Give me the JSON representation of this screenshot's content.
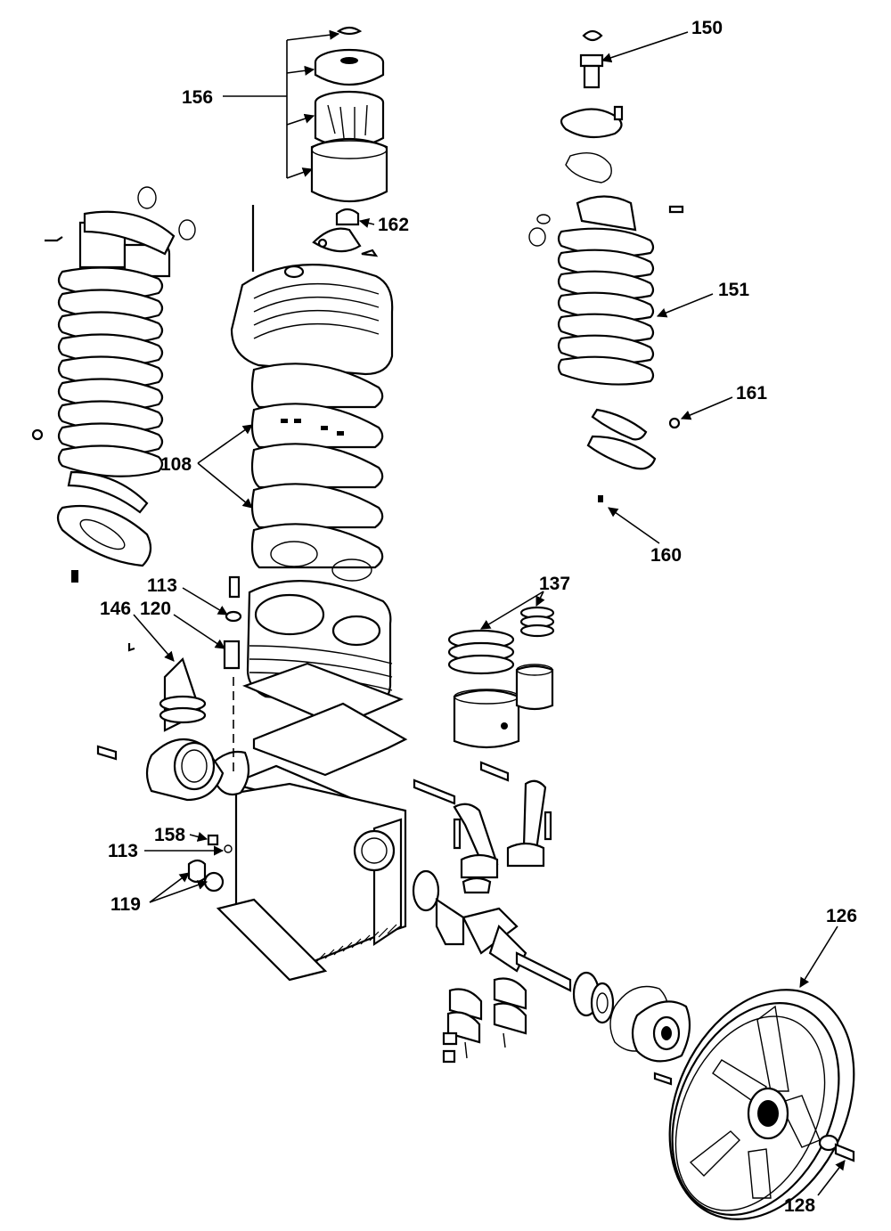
{
  "callouts": {
    "c150": "150",
    "c156": "156",
    "c162": "162",
    "c151": "151",
    "c161": "161",
    "c160": "160",
    "c108": "108",
    "c113a": "113",
    "c146": "146",
    "c120": "120",
    "c137": "137",
    "c158": "158",
    "c113b": "113",
    "c119": "119",
    "c126": "126",
    "c128": "128"
  }
}
